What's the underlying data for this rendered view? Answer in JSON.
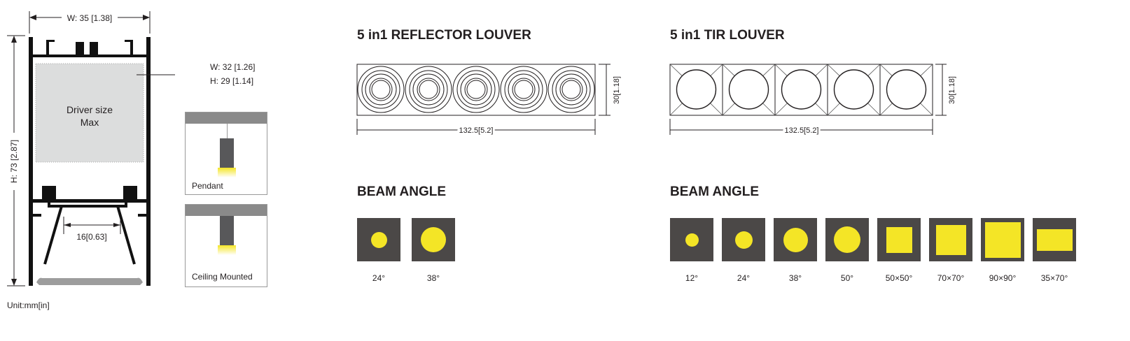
{
  "profile": {
    "width_dim": "W: 35 [1.38]",
    "height_dim": "H: 73 [2.87]",
    "driver_label_1": "Driver size",
    "driver_label_2": "Max",
    "driver_w": "W: 32 [1.26]",
    "driver_h": "H: 29 [1.14]",
    "opening_dim": "16[0.63]",
    "unit": "Unit:mm[in]"
  },
  "mounting": {
    "pendant": "Pendant",
    "ceiling": "Ceiling Mounted"
  },
  "reflector": {
    "title": "5 in1 REFLECTOR LOUVER",
    "length": "132.5[5.2]",
    "height": "30[1.18]",
    "beam_title": "BEAM ANGLE",
    "beams": [
      {
        "label": "24°",
        "shape": "circle",
        "size": 0.37
      },
      {
        "label": "38°",
        "shape": "circle",
        "size": 0.58
      }
    ]
  },
  "tir": {
    "title": "5 in1 TIR LOUVER",
    "length": "132.5[5.2]",
    "height": "30[1.18]",
    "beam_title": "BEAM ANGLE",
    "beams": [
      {
        "label": "12°",
        "shape": "circle",
        "size": 0.31
      },
      {
        "label": "24°",
        "shape": "circle",
        "size": 0.4
      },
      {
        "label": "38°",
        "shape": "circle",
        "size": 0.56
      },
      {
        "label": "50°",
        "shape": "circle",
        "size": 0.62
      },
      {
        "label": "50×50°",
        "shape": "square",
        "size": 0.59
      },
      {
        "label": "70×70°",
        "shape": "square",
        "size": 0.7
      },
      {
        "label": "90×90°",
        "shape": "square",
        "size": 0.83
      },
      {
        "label": "35×70°",
        "shape": "rect",
        "size": 0.83
      }
    ]
  },
  "colors": {
    "beam_bg": "#4b4847",
    "beam_light": "#f4e526",
    "driver_fill": "#dcdddd"
  }
}
